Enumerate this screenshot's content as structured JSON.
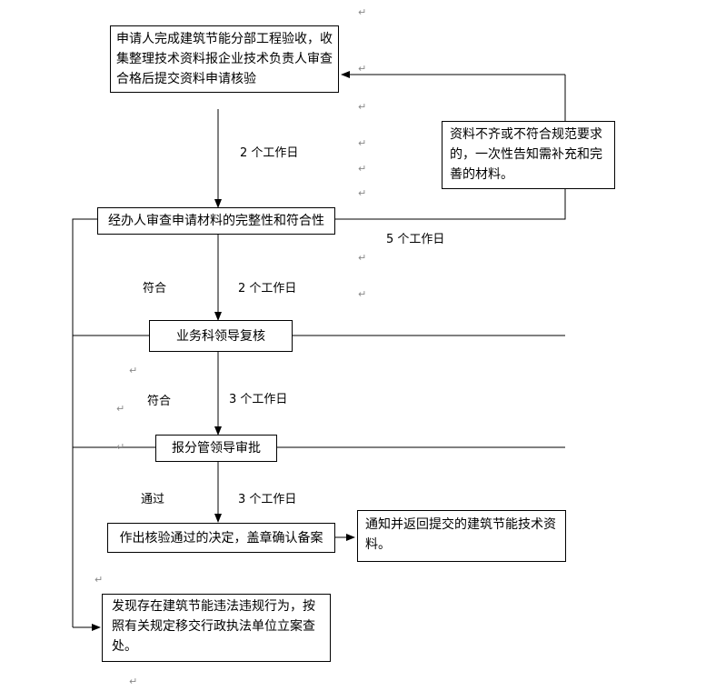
{
  "nodes": {
    "apply": "申请人完成建筑节能分部工程验收，收集整理技术资料报企业技术负责人审查合格后提交资料申请核验",
    "incomplete": "资料不齐或不符合规范要求的，一次性告知需补充和完善的材料。",
    "handler_review": "经办人审查申请材料的完整性和符合性",
    "section_leader": "业务科领导复核",
    "chief_approval": "报分管领导审批",
    "decision": "作出核验通过的决定，盖章确认备案",
    "notify": "通知并返回提交的建筑节能技术资料。",
    "violation": "发现存在建筑节能违法违规行为，按照有关规定移交行政执法单位立案查处。"
  },
  "labels": {
    "days_a": "2 个工作日",
    "days_b": "5 个工作日",
    "days_c": "2 个工作日",
    "days_d": "3 个工作日",
    "days_e": "3 个工作日",
    "pass_a": "符合",
    "pass_b": "符合",
    "pass_c": "通过"
  },
  "paragraph_mark": "↵"
}
